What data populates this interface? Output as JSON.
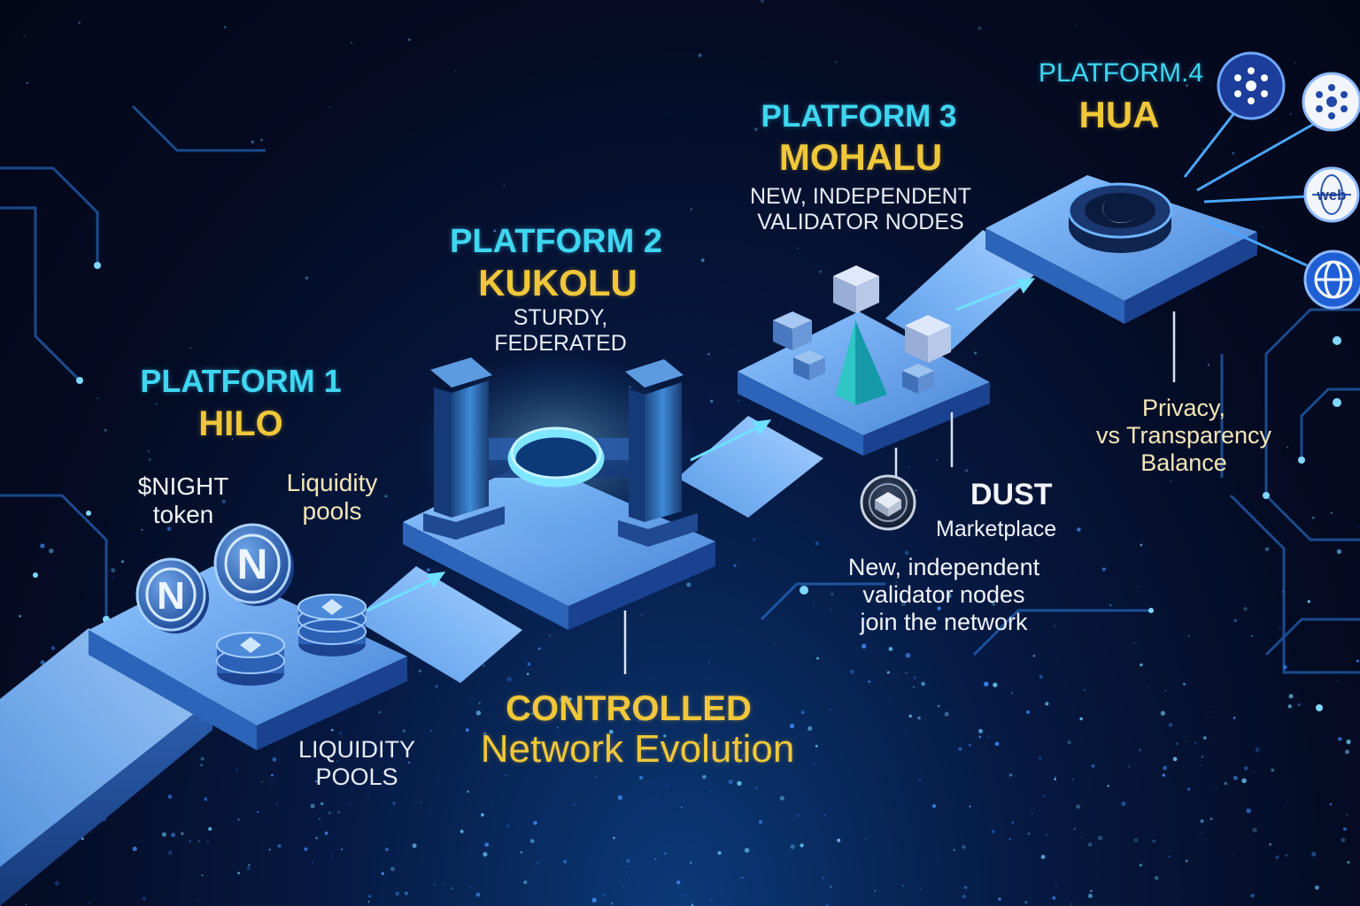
{
  "platform1": {
    "title": "PLATFORM 1",
    "name": "HILO",
    "token_label": "$NIGHT\ntoken",
    "pools_label": "Liquidity\npools",
    "pools_caption": "LIQUIDITY\nPOOLS"
  },
  "platform2": {
    "title": "PLATFORM 2",
    "name": "KUKOLU",
    "subtitle": "STURDY,\nFEDERATED"
  },
  "platform3": {
    "title": "PLATFORM 3",
    "name": "MOHALU",
    "subtitle": "NEW, INDEPENDENT\nVALIDATOR NODES"
  },
  "platform4": {
    "title": "PLATFORM.4",
    "name": "HUA"
  },
  "dust": {
    "title": "DUST",
    "subtitle": "Marketplace"
  },
  "validators_note": "New, independent\nvalidator nodes\njoin the network",
  "privacy_note": "Privacy,\nvs Transparency\nBalance",
  "evolution": {
    "line1": "CONTROLLED",
    "line2": "Network Evolution"
  },
  "coin_letter": "N",
  "web_icon_text": "web",
  "colors": {
    "cyan": "#3fd6f0",
    "gold": "#f0c73a",
    "background": "#04091c",
    "platform": "#5f9fe6"
  }
}
